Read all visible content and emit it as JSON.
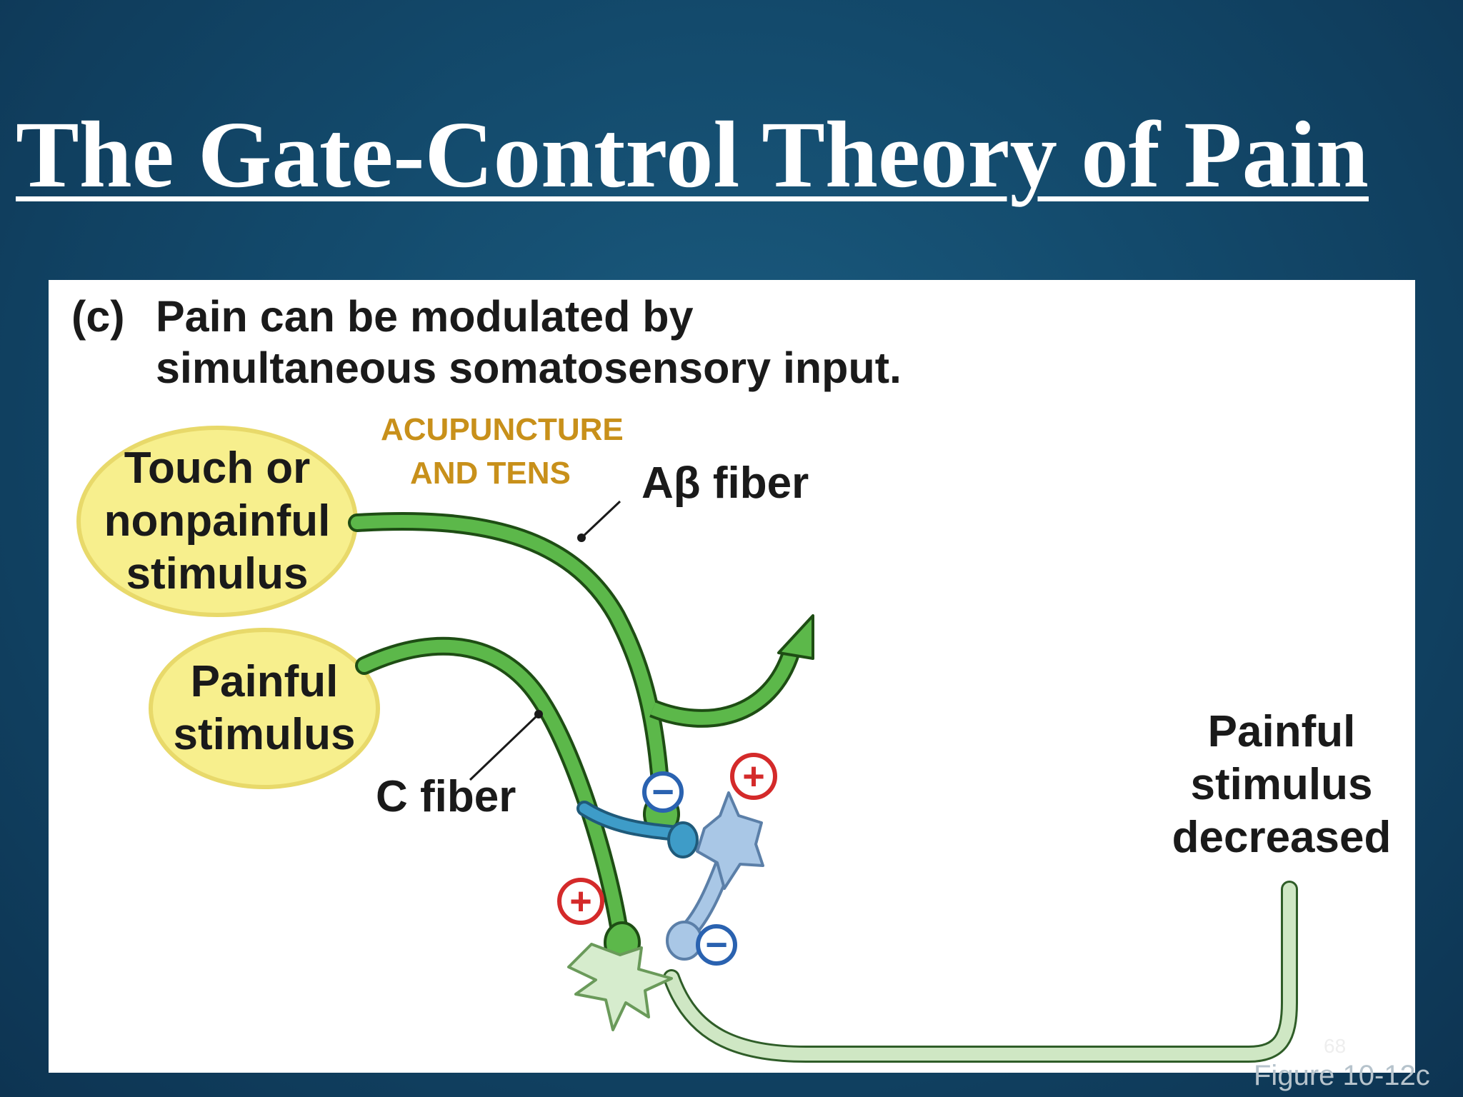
{
  "title": "The Gate-Control Theory of Pain",
  "diagram": {
    "panel_letter": "(c)",
    "heading_line1": "Pain can be modulated by",
    "heading_line2": "simultaneous somatosensory input.",
    "annotation_line1": "ACUPUNCTURE",
    "annotation_line2": "AND TENS",
    "touch_stimulus_lines": [
      "Touch or",
      "nonpainful",
      "stimulus"
    ],
    "painful_stimulus_lines": [
      "Painful",
      "stimulus"
    ],
    "abeta_fiber_label": "Aβ fiber",
    "c_fiber_label": "C fiber",
    "result_lines": [
      "Painful",
      "stimulus",
      "decreased"
    ],
    "signs": {
      "plus": "+",
      "minus": "−"
    },
    "page_number": "68"
  },
  "figure_caption": "Figure 10-12c",
  "colors": {
    "fiber_green": "#5cb84a",
    "fiber_outline": "#1e4d14",
    "inhibitory_blue": "#3e9cc8",
    "interneuron": "#a9c7e6",
    "projection_neuron": "#d6eccd",
    "output_tract": "#cfe7c4",
    "stimulus_fill": "#f7ef8d",
    "stimulus_border": "#e8d96a",
    "plus_red": "#d42a2a",
    "minus_blue": "#2a62b0",
    "annotation_gold": "#c8901a"
  }
}
